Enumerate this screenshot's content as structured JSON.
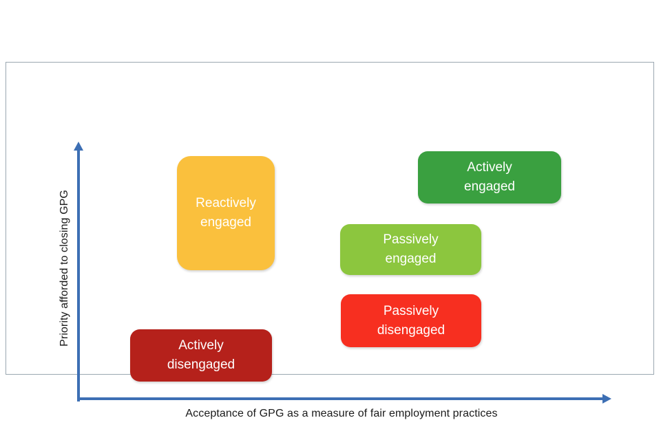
{
  "diagram": {
    "type": "2x2-positioning-matrix",
    "axes": {
      "x_label": "Acceptance of GPG as a measure of fair employment practices",
      "y_label": "Priority afforded to closing GPG",
      "axis_color": "#3d6fb4"
    },
    "frame": {
      "border_color": "#9aa7b0",
      "background": "#ffffff"
    },
    "boxes": [
      {
        "id": "reactively-engaged",
        "line1": "Reactively",
        "line2": "engaged",
        "color": "#fac03d",
        "text_color": "#ffffff",
        "x_position": "low",
        "y_position": "high"
      },
      {
        "id": "actively-engaged",
        "line1": "Actively",
        "line2": "engaged",
        "color": "#3aa040",
        "text_color": "#ffffff",
        "x_position": "high",
        "y_position": "high"
      },
      {
        "id": "passively-engaged",
        "line1": "Passively",
        "line2": "engaged",
        "color": "#8cc63e",
        "text_color": "#ffffff",
        "x_position": "medium",
        "y_position": "medium"
      },
      {
        "id": "passively-disengaged",
        "line1": "Passively",
        "line2": "disengaged",
        "color": "#f72f20",
        "text_color": "#ffffff",
        "x_position": "medium",
        "y_position": "medium-low"
      },
      {
        "id": "actively-disengaged",
        "line1": "Actively",
        "line2": "disengaged",
        "color": "#b5211b",
        "text_color": "#ffffff",
        "x_position": "low",
        "y_position": "low"
      }
    ]
  }
}
